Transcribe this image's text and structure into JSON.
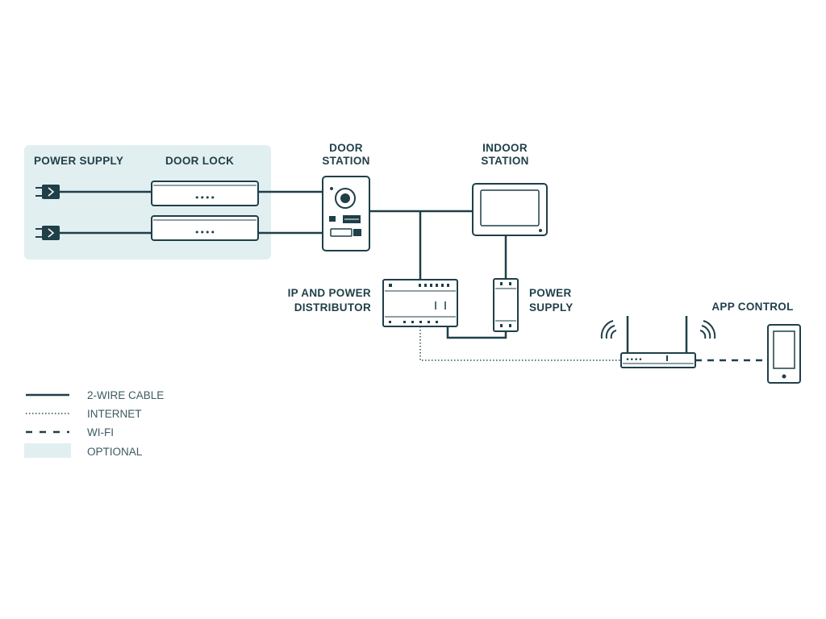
{
  "diagram": {
    "labels": {
      "power_supply_left": "POWER SUPPLY",
      "door_lock": "DOOR LOCK",
      "door_station": [
        "DOOR",
        "STATION"
      ],
      "indoor_station": [
        "INDOOR",
        "STATION"
      ],
      "ip_distributor": [
        "IP AND POWER",
        "DISTRIBUTOR"
      ],
      "power_supply_right": [
        "POWER",
        "SUPPLY"
      ],
      "app_control": "APP CONTROL"
    },
    "door_lock_indicator": "••••",
    "router_indicator": "••••"
  },
  "legend": [
    {
      "key": "two_wire",
      "label": "2-WIRE CABLE"
    },
    {
      "key": "internet",
      "label": "INTERNET"
    },
    {
      "key": "wifi",
      "label": "WI-FI"
    },
    {
      "key": "optional",
      "label": "OPTIONAL"
    }
  ],
  "colors": {
    "line": "#1f3f49",
    "optional_fill": "#e2eff1",
    "internet_line": "#5f7b83"
  }
}
